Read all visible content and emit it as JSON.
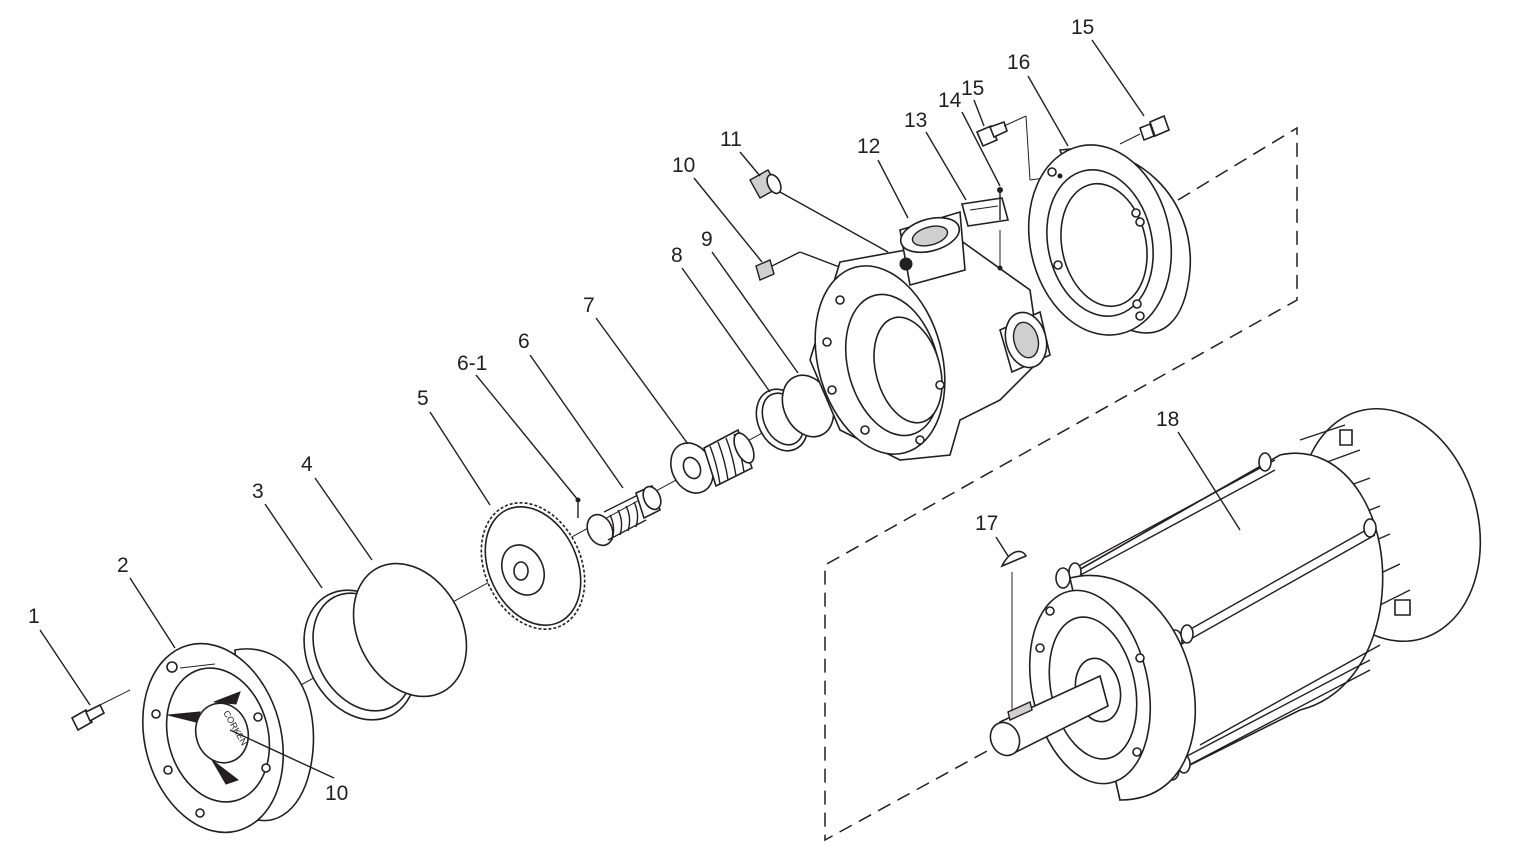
{
  "diagram": {
    "part_labels": [
      {
        "id": "p1",
        "text": "1"
      },
      {
        "id": "p2",
        "text": "2"
      },
      {
        "id": "p3",
        "text": "3"
      },
      {
        "id": "p4",
        "text": "4"
      },
      {
        "id": "p5",
        "text": "5"
      },
      {
        "id": "p6-1",
        "text": "6-1"
      },
      {
        "id": "p6",
        "text": "6"
      },
      {
        "id": "p7",
        "text": "7"
      },
      {
        "id": "p8",
        "text": "8"
      },
      {
        "id": "p9",
        "text": "9"
      },
      {
        "id": "p10a",
        "text": "10"
      },
      {
        "id": "p11",
        "text": "11"
      },
      {
        "id": "p12",
        "text": "12"
      },
      {
        "id": "p13",
        "text": "13"
      },
      {
        "id": "p14",
        "text": "14"
      },
      {
        "id": "p15a",
        "text": "15"
      },
      {
        "id": "p16",
        "text": "16"
      },
      {
        "id": "p15b",
        "text": "15"
      },
      {
        "id": "p18",
        "text": "18"
      },
      {
        "id": "p17",
        "text": "17"
      },
      {
        "id": "p10b",
        "text": "10"
      }
    ],
    "cover_logo_text": "CORKEN",
    "colors": {
      "ink": "#231f20",
      "background": "#ffffff"
    }
  }
}
